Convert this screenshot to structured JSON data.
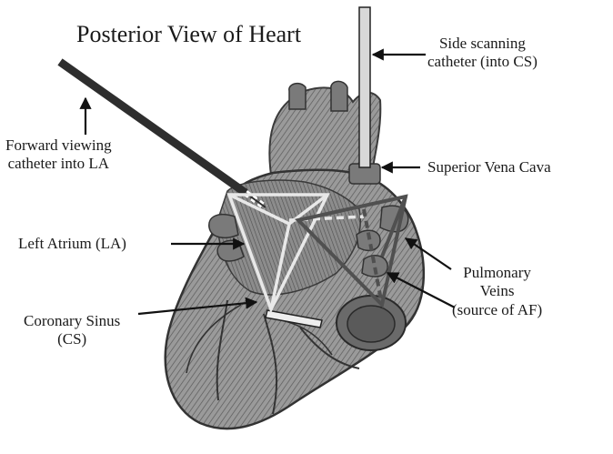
{
  "title": "Posterior View of Heart",
  "labels": {
    "side_catheter": [
      "Side scanning",
      "catheter (into CS)"
    ],
    "forward_catheter": [
      "Forward viewing",
      "catheter into LA"
    ],
    "svc": "Superior Vena Cava",
    "left_atrium": "Left Atrium (LA)",
    "pulmonary_veins": [
      "Pulmonary",
      "Veins",
      "(source of AF)"
    ],
    "coronary_sinus": [
      "Coronary Sinus",
      "(CS)"
    ]
  },
  "colors": {
    "heart_fill": "#8a8a8a",
    "heart_dark": "#4a4a4a",
    "catheter": "#3a3a3a",
    "side_catheter_fill": "#d8d8d8",
    "light_triangle": "#e6e6e6",
    "dark_triangle": "#555555",
    "text": "#1a1a1a"
  }
}
